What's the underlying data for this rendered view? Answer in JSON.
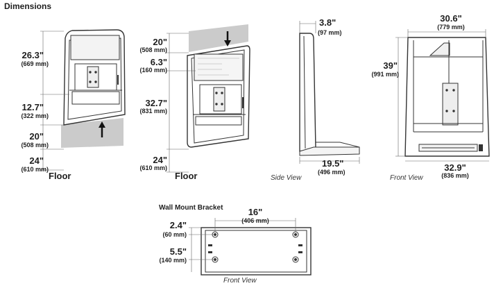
{
  "title": "Dimensions",
  "floor_label": "Floor",
  "views": {
    "front_1": {
      "dims": [
        {
          "in": "26.3\"",
          "mm": "(669 mm)"
        },
        {
          "in": "12.7\"",
          "mm": "(322 mm)"
        },
        {
          "in": "20\"",
          "mm": "(508 mm)"
        },
        {
          "in": "24\"",
          "mm": "(610 mm)"
        }
      ]
    },
    "front_2": {
      "dims": [
        {
          "in": "20\"",
          "mm": "(508 mm)"
        },
        {
          "in": "6.3\"",
          "mm": "(160 mm)"
        },
        {
          "in": "32.7\"",
          "mm": "(831 mm)"
        },
        {
          "in": "24\"",
          "mm": "(610 mm)"
        }
      ]
    },
    "side": {
      "caption": "Side View",
      "dims": [
        {
          "in": "3.8\"",
          "mm": "(97 mm)"
        },
        {
          "in": "19.5\"",
          "mm": "(496 mm)"
        }
      ]
    },
    "front": {
      "caption": "Front View",
      "dims": [
        {
          "in": "30.6\"",
          "mm": "(779 mm)"
        },
        {
          "in": "39\"",
          "mm": "(991 mm)"
        },
        {
          "in": "32.9\"",
          "mm": "(836 mm)"
        }
      ]
    },
    "bracket": {
      "title": "Wall Mount Bracket",
      "caption": "Front View",
      "dims": [
        {
          "in": "16\"",
          "mm": "(406 mm)"
        },
        {
          "in": "2.4\"",
          "mm": "(60 mm)"
        },
        {
          "in": "5.5\"",
          "mm": "(140 mm)"
        }
      ]
    }
  }
}
